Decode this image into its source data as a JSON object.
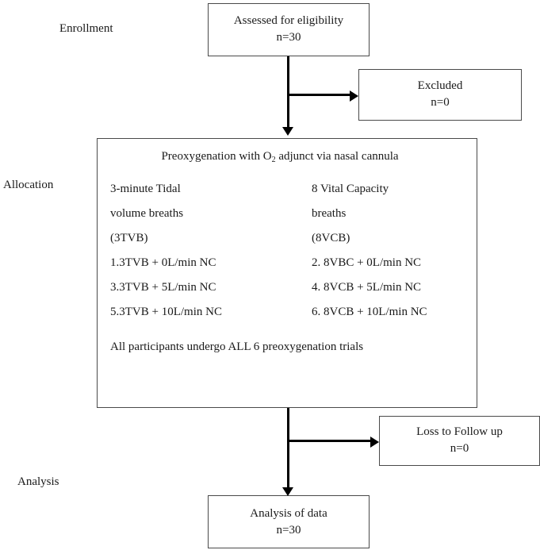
{
  "diagram": {
    "type": "consort-flow-diagram",
    "stage_labels": [
      {
        "name": "enrollment",
        "text": "Enrollment"
      },
      {
        "name": "allocation",
        "text": "Allocation"
      },
      {
        "name": "analysis",
        "text": "Analysis"
      }
    ],
    "nodes": {
      "assessed": {
        "line1": "Assessed for eligibility",
        "line2": "n=30"
      },
      "excluded": {
        "line1": "Excluded",
        "line2": "n=0"
      },
      "allocation": {
        "title_prefix": "Preoxygenation with O",
        "title_sub": "2",
        "title_suffix": " adjunct via nasal cannula",
        "left_column": [
          "3-minute Tidal",
          "volume breaths",
          "(3TVB)",
          "1.3TVB + 0L/min NC",
          "3.3TVB + 5L/min NC",
          "5.3TVB + 10L/min NC"
        ],
        "right_column": [
          "8 Vital Capacity",
          "breaths",
          "(8VCB)",
          "2. 8VBC + 0L/min NC",
          "4. 8VCB + 5L/min NC",
          "6. 8VCB + 10L/min NC"
        ],
        "footer": "All participants undergo ALL 6 preoxygenation trials"
      },
      "loss_to_follow_up": {
        "line1": "Loss to Follow up",
        "line2": "n=0"
      },
      "analysis": {
        "line1": "Analysis of data",
        "line2": "n=30"
      }
    },
    "colors": {
      "box_border": "#4a4a4a",
      "connector": "#000000",
      "text": "#1a1a1a",
      "background": "#ffffff"
    }
  }
}
